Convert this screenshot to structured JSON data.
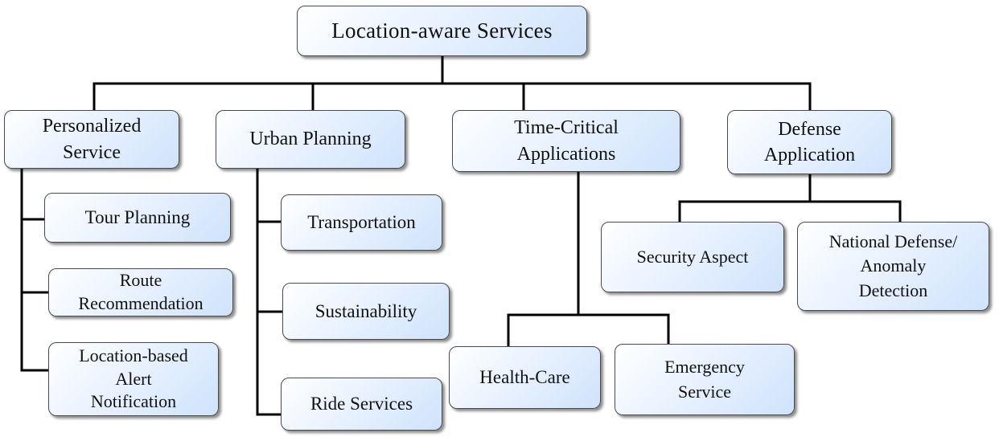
{
  "diagram": {
    "root": "Location-aware Services",
    "categories": {
      "personalized": {
        "label": "Personalized\nService",
        "children": [
          "Tour Planning",
          "Route\nRecommendation",
          "Location-based\nAlert\nNotification"
        ]
      },
      "urban": {
        "label": "Urban Planning",
        "children": [
          "Transportation",
          "Sustainability",
          "Ride Services"
        ]
      },
      "time_critical": {
        "label": "Time-Critical\nApplications",
        "children": [
          "Health-Care",
          "Emergency\nService"
        ]
      },
      "defense": {
        "label": "Defense\nApplication",
        "children": [
          "Security Aspect",
          "National Defense/\nAnomaly\nDetection"
        ]
      }
    }
  }
}
